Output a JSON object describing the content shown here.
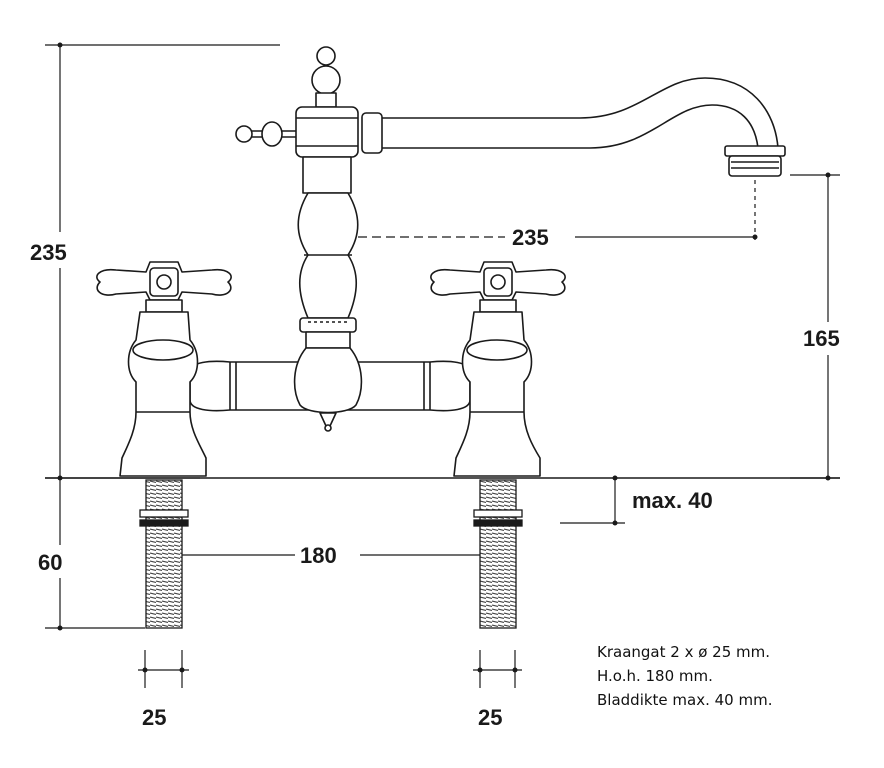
{
  "dimensions": {
    "overall_height": "235",
    "spout_reach": "235",
    "spout_outlet_height": "165",
    "deck_thickness": "max. 40",
    "tail_length": "60",
    "centers": "180",
    "tail_diameter_left": "25",
    "tail_diameter_right": "25"
  },
  "notes": [
    "Kraangat 2 x ø 25 mm.",
    "H.o.h. 180 mm.",
    "Bladdikte max. 40 mm."
  ],
  "colors": {
    "line": "#1a1a1a",
    "hatch": "#555555",
    "background": "#ffffff"
  }
}
